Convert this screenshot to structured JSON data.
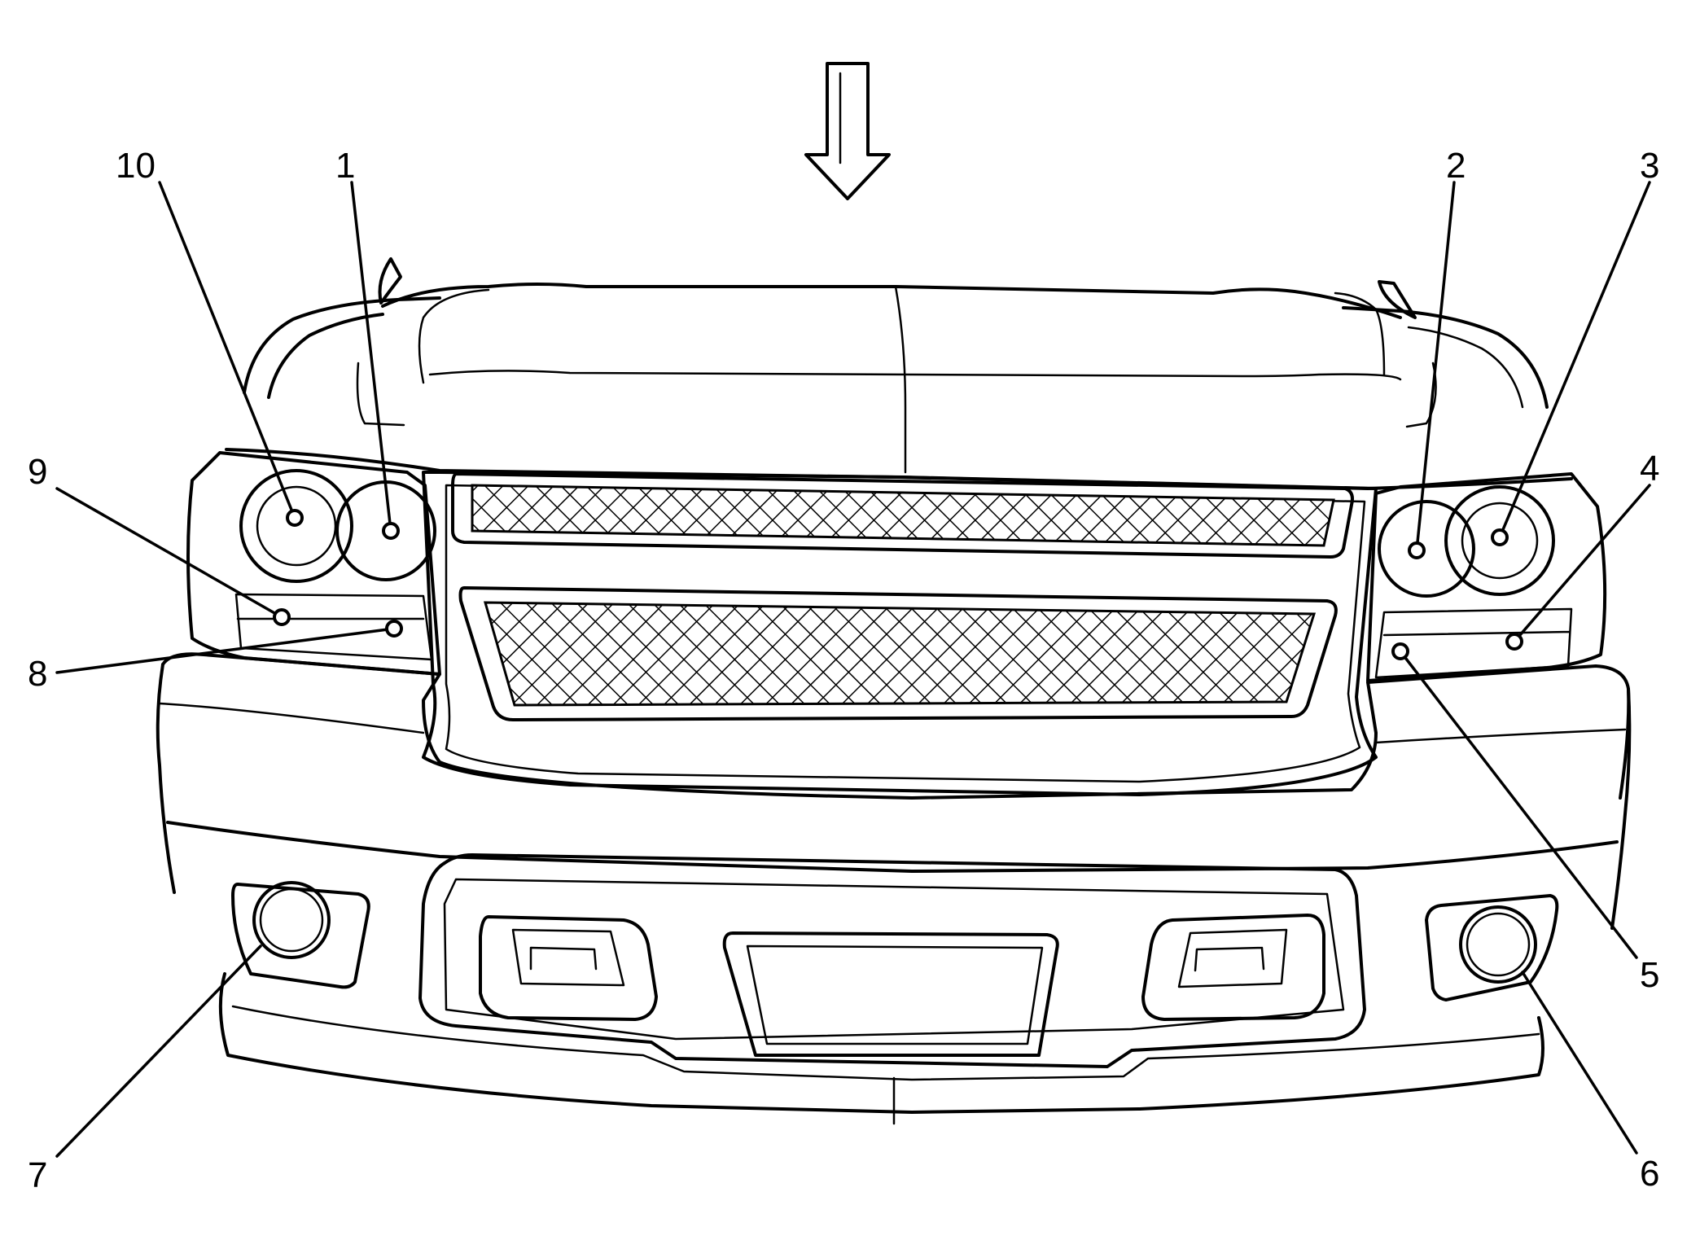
{
  "callouts": [
    {
      "id": "callout-1",
      "label": "1"
    },
    {
      "id": "callout-2",
      "label": "2"
    },
    {
      "id": "callout-3",
      "label": "3"
    },
    {
      "id": "callout-4",
      "label": "4"
    },
    {
      "id": "callout-5",
      "label": "5"
    },
    {
      "id": "callout-6",
      "label": "6"
    },
    {
      "id": "callout-7",
      "label": "7"
    },
    {
      "id": "callout-8",
      "label": "8"
    },
    {
      "id": "callout-9",
      "label": "9"
    },
    {
      "id": "callout-10",
      "label": "10"
    }
  ],
  "colors": {
    "line": "#000000",
    "background": "#ffffff"
  }
}
